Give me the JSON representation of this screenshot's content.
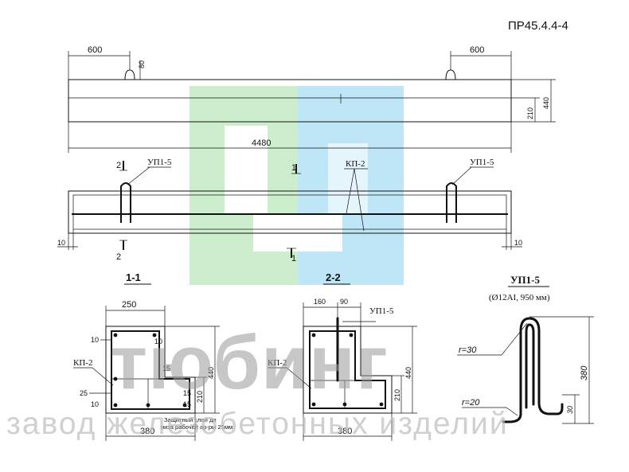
{
  "code": "ПР45.4.4-4",
  "elevation": {
    "dim_left": "600",
    "dim_right": "600",
    "dim_loop": "80",
    "dim_length": "4480",
    "dim_height": "440",
    "dim_ledge": "210"
  },
  "plan": {
    "label_loop_left": "УП1-5",
    "label_loop_right": "УП1-5",
    "label_cage": "КП-2",
    "cut2_top": "2",
    "cut2_bottom": "2",
    "cut1_top": "1",
    "cut1_bottom": "1",
    "dim_left": "10",
    "dim_right": "10"
  },
  "section11": {
    "title": "1-1",
    "dim_width_top": "250",
    "dim_width_bottom": "380",
    "dim_height": "440",
    "dim_ledge": "210",
    "dim_10_a": "10",
    "dim_10_b": "10",
    "dim_10_c": "10",
    "dim_25": "25",
    "dim_15_a": "15",
    "dim_15_b": "15",
    "dim_15_c": "15",
    "label_cage": "КП-2",
    "note_line1": "Защитный слой до",
    "note_line2": "низа рабочей ар-ры 25мм"
  },
  "section22": {
    "title": "2-2",
    "dim_160": "160",
    "dim_90": "90",
    "dim_width_bottom": "380",
    "dim_height": "440",
    "dim_ledge": "210",
    "label_loop": "УП1-5",
    "label_cage": "КП-2"
  },
  "loop_detail": {
    "title": "УП1-5",
    "spec": "(Ø12AI, 950 мм)",
    "radius_top": "r=30",
    "radius_bottom": "r=20",
    "dim_height": "380",
    "dim_hook": "30"
  },
  "watermark": {
    "brand": "тюбинг",
    "tagline": "завод железобетонных изделий",
    "color_green": "#cdeecd",
    "color_blue": "#bfe6f7"
  }
}
